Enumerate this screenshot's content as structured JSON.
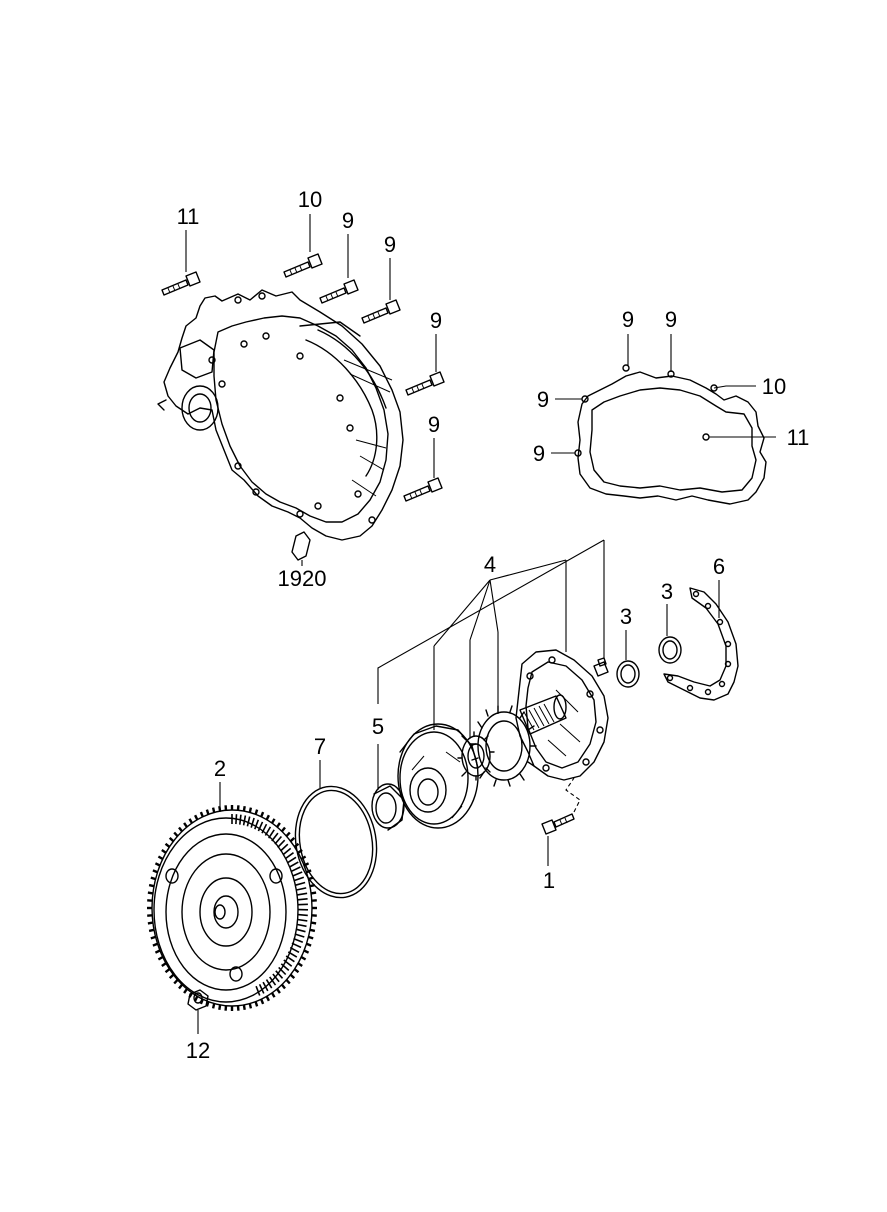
{
  "diagram": {
    "parts": {
      "p1": "1",
      "p2": "2",
      "p3a": "3",
      "p3b": "3",
      "p4": "4",
      "p5": "5",
      "p6": "6",
      "p7": "7",
      "p9a": "9",
      "p9b": "9",
      "p9c": "9",
      "p9d": "9",
      "p9e": "9",
      "p9f": "9",
      "p9g": "9",
      "p9h": "9",
      "p10a": "10",
      "p10b": "10",
      "p11a": "11",
      "p11b": "11",
      "p12": "12",
      "p1920": "1920"
    },
    "line_color": "#000000",
    "background_color": "#ffffff"
  }
}
